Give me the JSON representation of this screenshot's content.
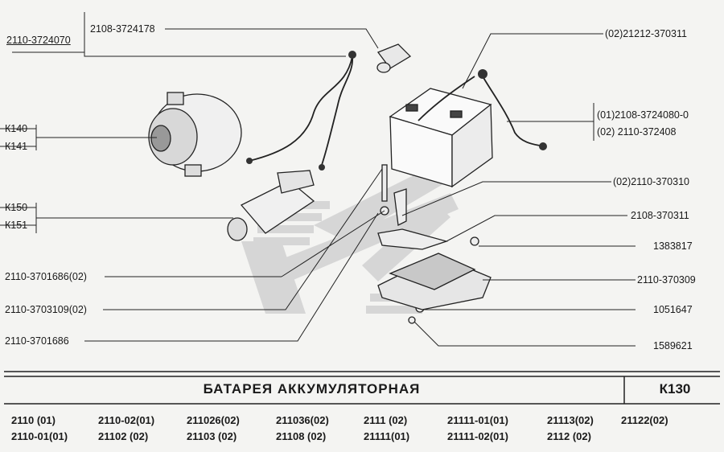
{
  "title": "БАТАРЕЯ АККУМУЛЯТОРНАЯ",
  "page_code": "К130",
  "labels": {
    "cable_group": "2110-3724070",
    "cable_top": "2108-3724178",
    "k140": "К140",
    "k141": "К141",
    "k150": "К150",
    "k151": "К151",
    "l1": "2110-3701686(02)",
    "l2": "2110-3703109(02)",
    "l3": "2110-3701686",
    "r1": "(02)21212-370311",
    "r2a": "(01)2108-3724080-0",
    "r2b": "(02)    2110-372408",
    "r3": "(02)2110-370310",
    "r4": "2108-370311",
    "r5": "1383817",
    "r6": "2110-370309",
    "r7": "1051647",
    "r8": "1589621"
  },
  "models": [
    [
      "2110    (01)",
      "2110-01(01)"
    ],
    [
      "2110-02(01)",
      "21102   (02)"
    ],
    [
      "211026(02)",
      "21103  (02)"
    ],
    [
      "211036(02)",
      "21108  (02)"
    ],
    [
      "2111  (02)",
      "21111(01)"
    ],
    [
      "21111-01(01)",
      "21111-02(01)"
    ],
    [
      "21113(02)",
      "2112  (02)"
    ],
    [
      "21122(02)",
      ""
    ]
  ]
}
